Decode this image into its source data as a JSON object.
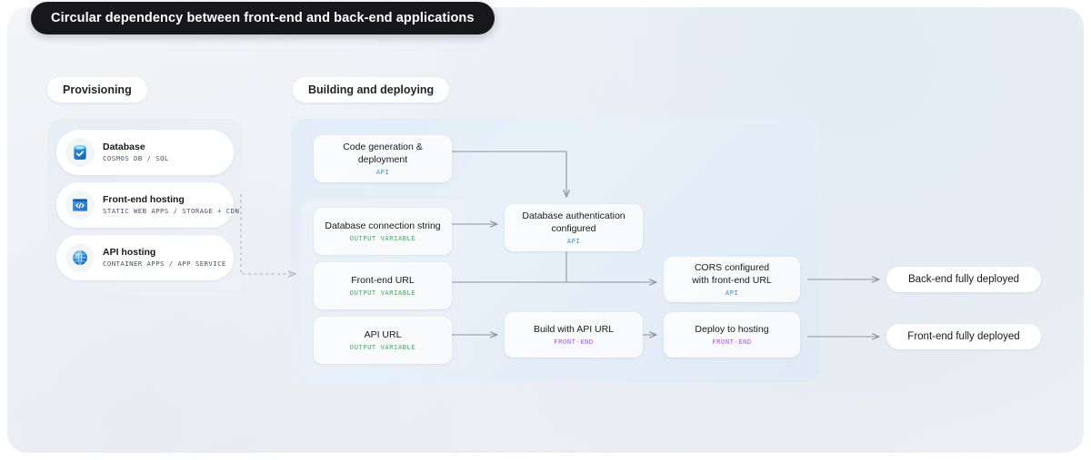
{
  "title": {
    "text": "Circular dependency between front-end and back-end applications"
  },
  "sections": {
    "provisioning_label": "Provisioning",
    "building_label": "Building and deploying"
  },
  "provisioning": {
    "items": [
      {
        "icon": "database-icon",
        "title": "Database",
        "subtitle": "COSMOS DB / SQL"
      },
      {
        "icon": "code-window-icon",
        "title": "Front-end hosting",
        "subtitle": "STATIC WEB APPS / STORAGE + CDN"
      },
      {
        "icon": "globe-icon",
        "title": "API hosting",
        "subtitle": "CONTAINER APPS / APP SERVICE"
      }
    ]
  },
  "flow": {
    "nodes": [
      {
        "id": "codegen",
        "title_line1": "Code generation &",
        "title_line2": "deployment",
        "tag": "API",
        "tag_kind": "api"
      },
      {
        "id": "dbconn",
        "title_line1": "Database connection string",
        "title_line2": "",
        "tag": "OUTPUT VARIABLE",
        "tag_kind": "output"
      },
      {
        "id": "feurl",
        "title_line1": "Front-end URL",
        "title_line2": "",
        "tag": "OUTPUT VARIABLE",
        "tag_kind": "output"
      },
      {
        "id": "apiurl",
        "title_line1": "API URL",
        "title_line2": "",
        "tag": "OUTPUT VARIABLE",
        "tag_kind": "output"
      },
      {
        "id": "dbauth",
        "title_line1": "Database authentication",
        "title_line2": "configured",
        "tag": "API",
        "tag_kind": "api"
      },
      {
        "id": "build",
        "title_line1": "Build with API URL",
        "title_line2": "",
        "tag": "FRONT-END",
        "tag_kind": "frontend"
      },
      {
        "id": "cors",
        "title_line1": "CORS configured",
        "title_line2": "with front-end URL",
        "tag": "API",
        "tag_kind": "api"
      },
      {
        "id": "deploy",
        "title_line1": "Deploy to hosting",
        "title_line2": "",
        "tag": "FRONT-END",
        "tag_kind": "frontend"
      }
    ],
    "outcomes": [
      {
        "id": "backend-deployed",
        "label": "Back-end fully deployed"
      },
      {
        "id": "frontend-deployed",
        "label": "Front-end fully deployed"
      }
    ]
  },
  "colors": {
    "title_chip_bg": "#18181b",
    "surface_bg": "#eef1f5",
    "build_panel_bg": "#e3edf8",
    "tag_api": "#3b8ee8",
    "tag_output": "#3bb35b",
    "tag_frontend": "#a855f7",
    "connector": "#8b95a1",
    "icon_blue": "#2f7fd6"
  }
}
